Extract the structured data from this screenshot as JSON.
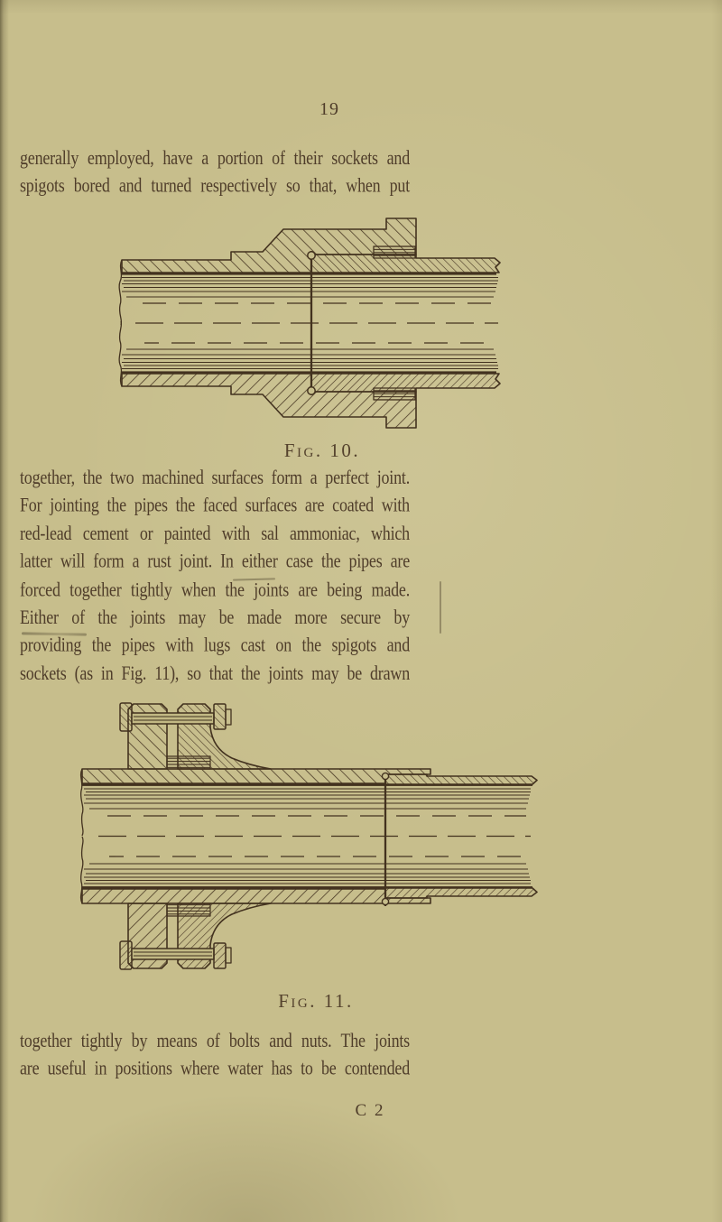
{
  "page": {
    "number": "19",
    "signature": "C 2"
  },
  "colors": {
    "paper": "#c7be8c",
    "ink": "#43321f",
    "text": "#4f3d2a"
  },
  "content": {
    "para_top": {
      "lines": [
        "generally employed, have a portion of their sockets and",
        "spigots bored and turned respectively so that, when put"
      ]
    },
    "fig10": {
      "caption": "Fig. 10."
    },
    "para_mid": {
      "lines": [
        "together, the two machined surfaces form a perfect joint.",
        "For jointing the pipes the faced surfaces are coated with",
        "red-lead cement or painted with sal ammoniac, which",
        "latter will form a rust joint. In either case the pipes are",
        "forced together tightly when the joints are being made.",
        "Either of the joints may be made more secure by",
        "providing the pipes with lugs cast on the spigots and",
        "sockets (as in Fig. 11), so that the joints may be drawn"
      ]
    },
    "fig11": {
      "caption": "Fig. 11."
    },
    "para_bottom": {
      "lines": [
        "together tightly by means of bolts and nuts. The joints",
        "are useful in positions where water has to be contended"
      ]
    }
  }
}
